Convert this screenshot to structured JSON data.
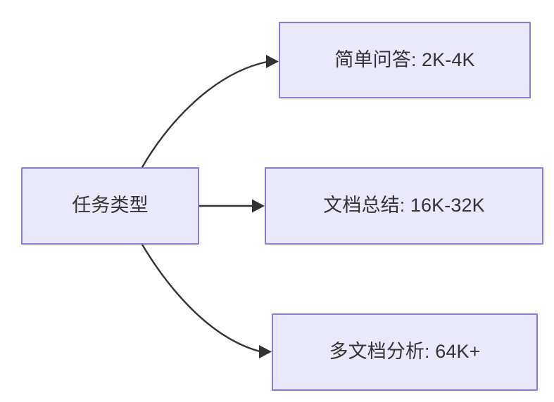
{
  "diagram": {
    "type": "flowchart",
    "direction": "left-to-right",
    "background_color": "#FFFFFF",
    "node_fill_color": "#EAE8FB",
    "node_border_color": "#8C79D8",
    "node_text_color": "#333333",
    "edge_color": "#333333",
    "nodes": {
      "root": {
        "label": "任务类型"
      },
      "simple_qa": {
        "label": "简单问答: 2K-4K"
      },
      "doc_summary": {
        "label": "文档总结: 16K-32K"
      },
      "multi_doc": {
        "label": "多文档分析: 64K+"
      }
    },
    "edges": [
      {
        "from": "root",
        "to": "simple_qa",
        "label": "",
        "style": "curved-arrow"
      },
      {
        "from": "root",
        "to": "doc_summary",
        "label": "",
        "style": "straight-arrow"
      },
      {
        "from": "root",
        "to": "multi_doc",
        "label": "",
        "style": "curved-arrow"
      }
    ]
  }
}
